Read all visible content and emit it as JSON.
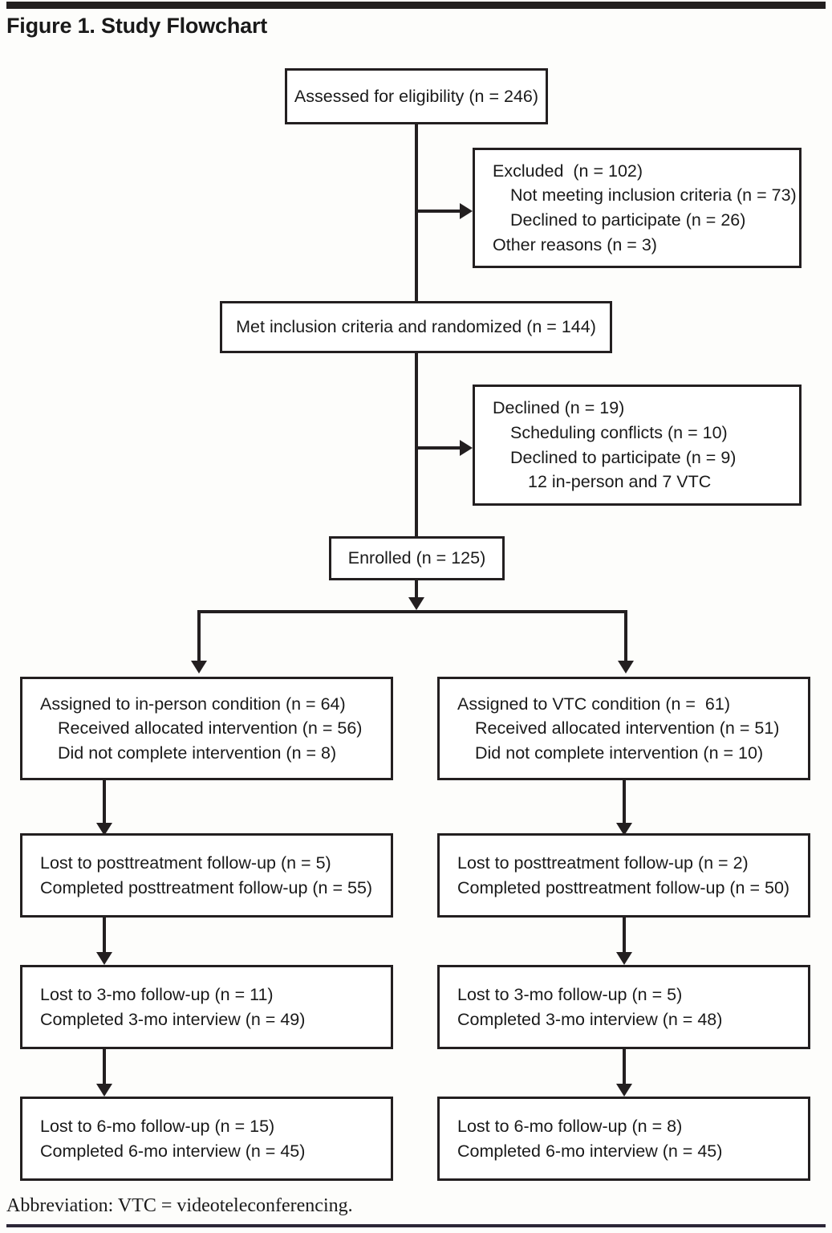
{
  "figure": {
    "title": "Figure 1. Study Flowchart",
    "footnote": "Abbreviation: VTC = videoteleconferencing."
  },
  "chart_data": {
    "type": "diagram",
    "title": "Figure 1. Study Flowchart",
    "nodes": [
      {
        "id": "assessed",
        "label": "Assessed for eligibility (n = 246)",
        "n": 246
      },
      {
        "id": "excluded",
        "label": "Excluded  (n = 102)",
        "n": 102
      },
      {
        "id": "randomized",
        "label": "Met inclusion criteria and randomized (n = 144)",
        "n": 144
      },
      {
        "id": "declined",
        "label": "Declined (n = 19)",
        "n": 19
      },
      {
        "id": "enrolled",
        "label": "Enrolled (n = 125)",
        "n": 125
      },
      {
        "id": "inperson",
        "label": "Assigned to in-person condition (n = 64)",
        "n": 64
      },
      {
        "id": "vtc",
        "label": "Assigned to VTC condition (n =  61)",
        "n": 61
      }
    ]
  },
  "nodes": {
    "assessed": {
      "lines": [
        "Assessed for eligibility (n = 246)"
      ]
    },
    "excluded": {
      "lines": [
        "Excluded  (n = 102)",
        "Not meeting inclusion criteria (n = 73)",
        "Declined to participate (n = 26)",
        "Other reasons (n = 3)"
      ]
    },
    "randomized": {
      "lines": [
        "Met inclusion criteria and randomized (n = 144)"
      ]
    },
    "declined": {
      "lines": [
        "Declined (n = 19)",
        "Scheduling conflicts (n = 10)",
        "Declined to participate (n = 9)",
        "12 in-person and 7 VTC"
      ]
    },
    "enrolled": {
      "lines": [
        "Enrolled (n = 125)"
      ]
    },
    "inperson_assigned": {
      "lines": [
        "Assigned to in-person condition (n = 64)",
        "Received allocated intervention (n = 56)",
        "Did not complete intervention (n = 8)"
      ]
    },
    "vtc_assigned": {
      "lines": [
        "Assigned to VTC condition (n =  61)",
        "Received allocated intervention (n = 51)",
        "Did not complete intervention (n = 10)"
      ]
    },
    "inperson_post": {
      "lines": [
        "Lost to posttreatment follow-up (n = 5)",
        "Completed posttreatment follow-up (n = 55)"
      ]
    },
    "vtc_post": {
      "lines": [
        "Lost to posttreatment follow-up (n = 2)",
        "Completed posttreatment follow-up (n = 50)"
      ]
    },
    "inperson_3mo": {
      "lines": [
        "Lost to 3-mo follow-up (n = 11)",
        "Completed 3-mo interview (n = 49)"
      ]
    },
    "vtc_3mo": {
      "lines": [
        "Lost to 3-mo follow-up (n = 5)",
        "Completed 3-mo interview (n = 48)"
      ]
    },
    "inperson_6mo": {
      "lines": [
        "Lost to 6-mo follow-up (n = 15)",
        "Completed 6-mo interview (n = 45)"
      ]
    },
    "vtc_6mo": {
      "lines": [
        "Lost to 6-mo follow-up (n = 8)",
        "Completed 6-mo interview (n = 45)"
      ]
    }
  }
}
